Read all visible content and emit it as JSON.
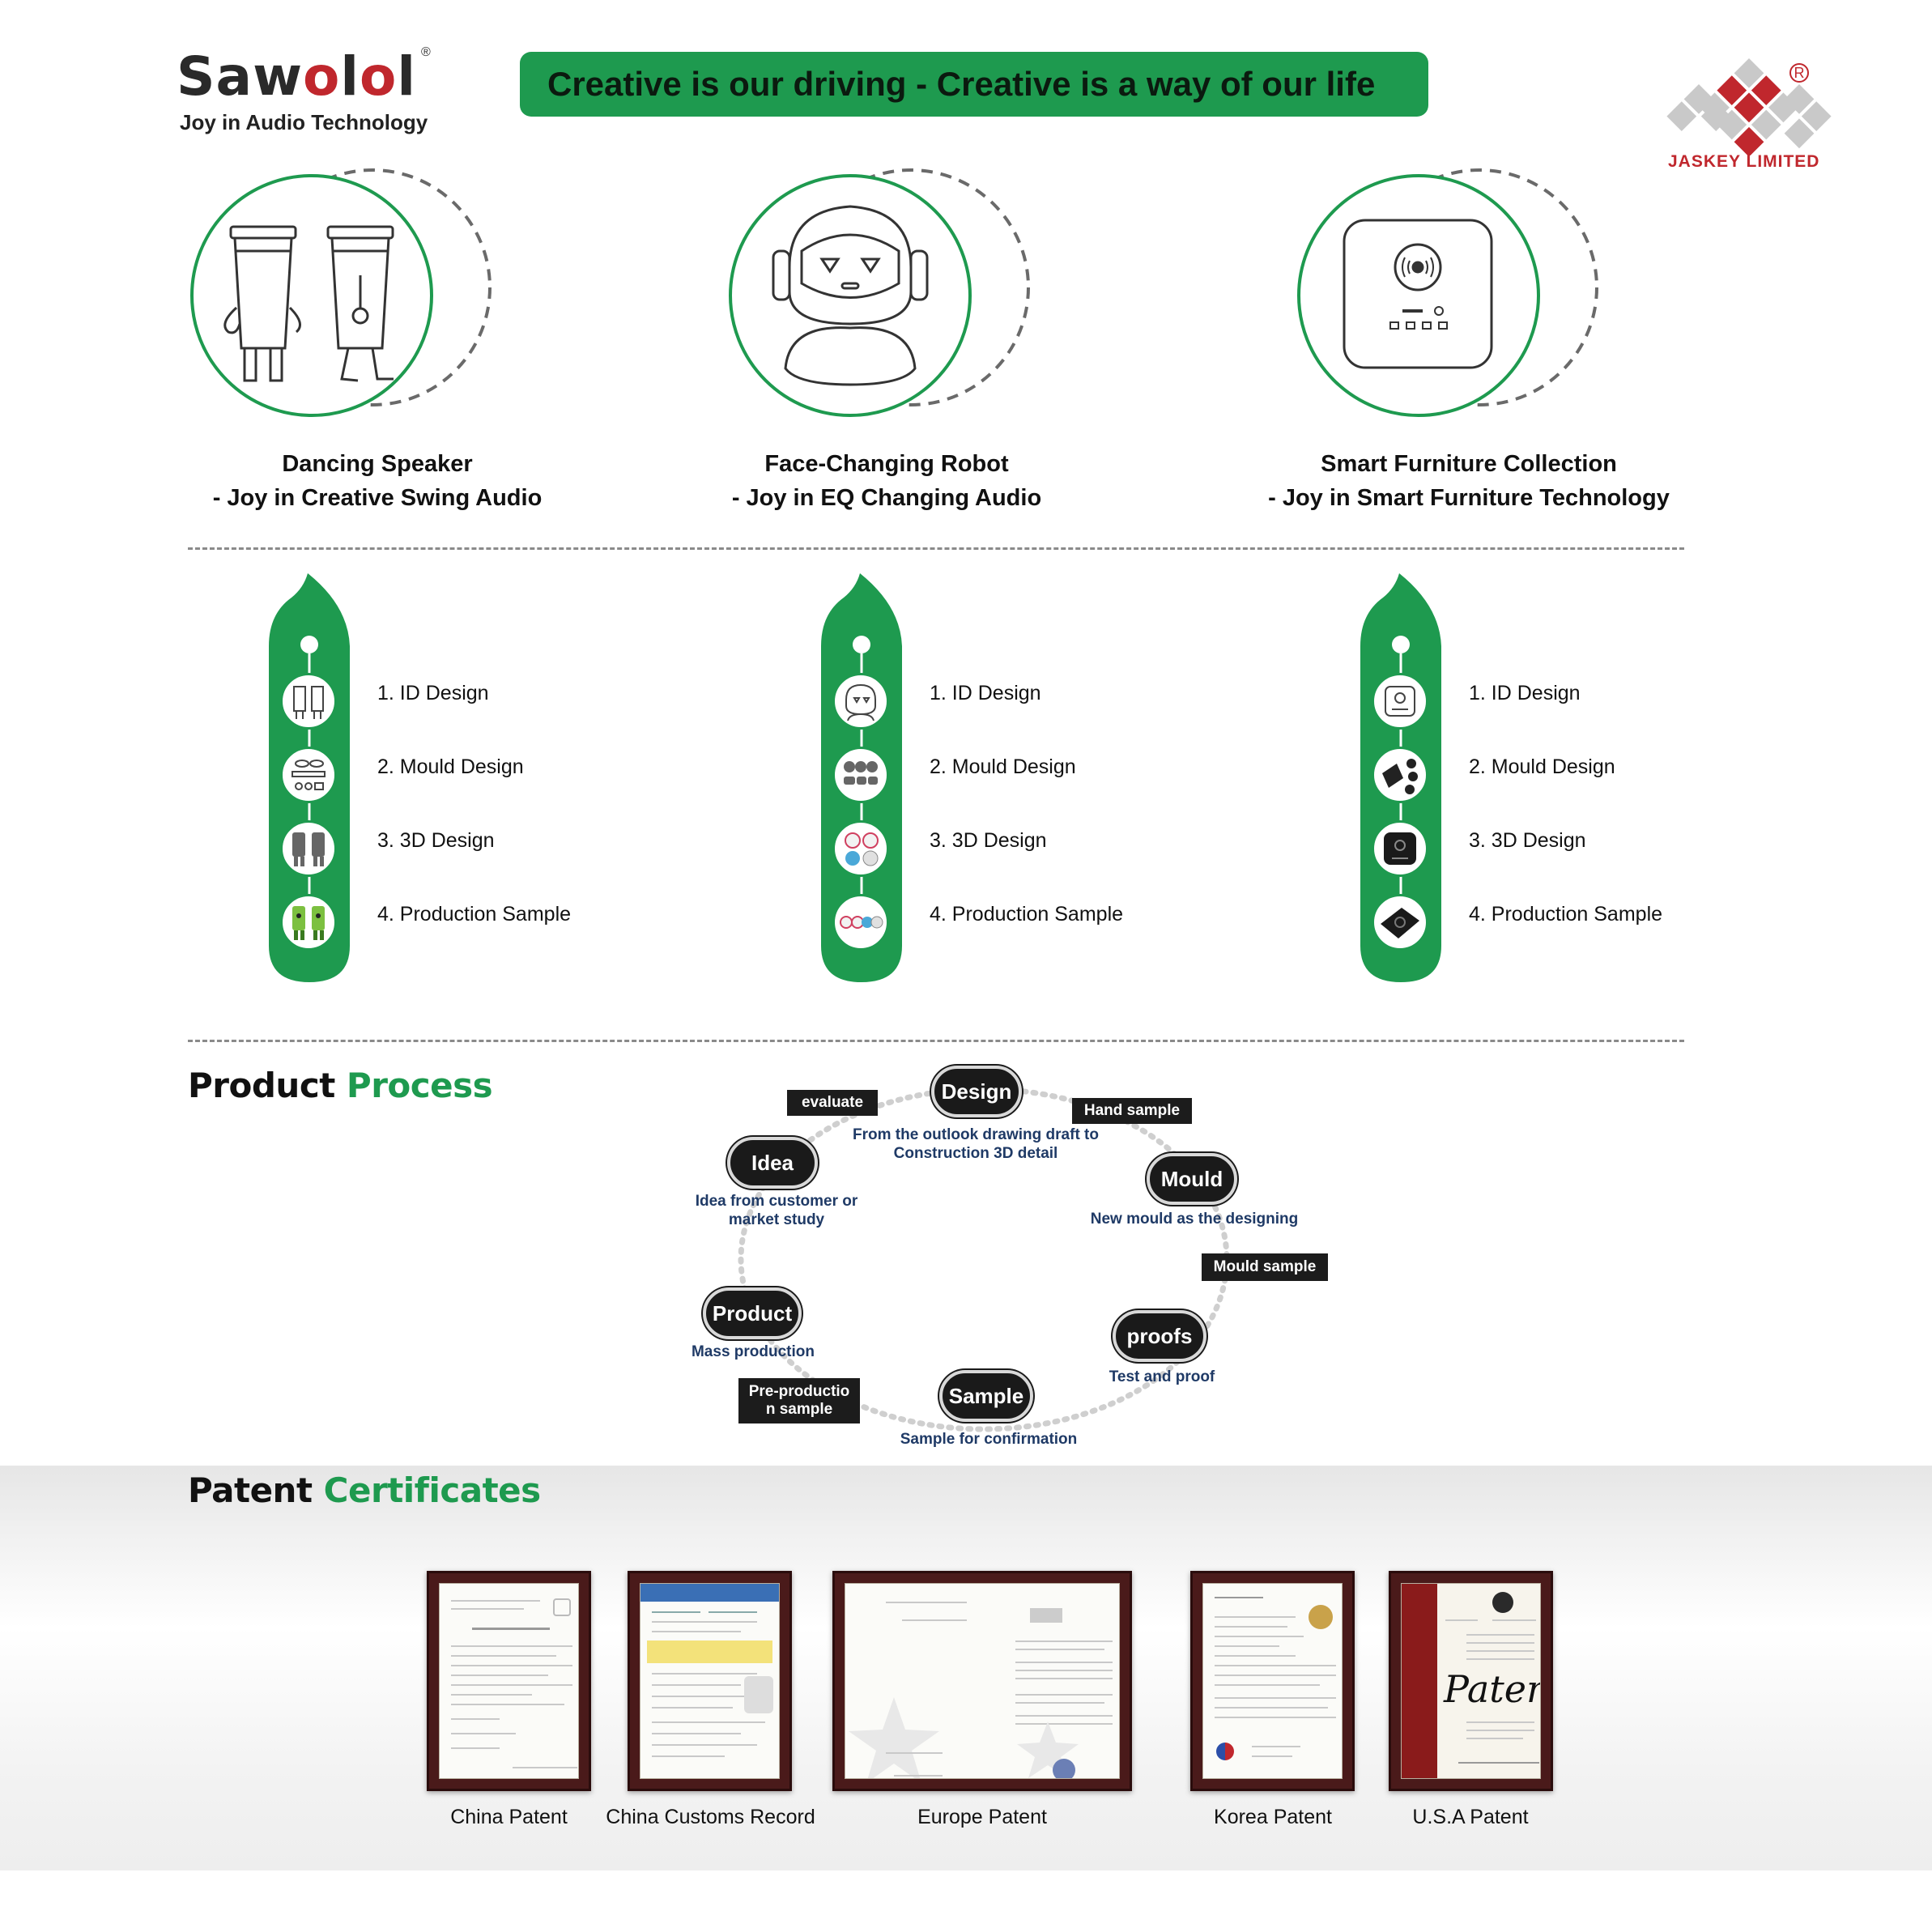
{
  "header": {
    "logo_prefix": "Saw",
    "logo_accent": "o",
    "logo_mid": "l",
    "logo_accent2": "o",
    "logo_suffix": "l",
    "logo_reg": "®",
    "tagline": "Joy in Audio Technology",
    "banner": "Creative is our driving - Creative is a way of our life",
    "partner_name": "JASKEY LIMITED",
    "partner_reg": "R"
  },
  "products": [
    {
      "title": "Dancing Speaker",
      "subtitle": "- Joy in Creative Swing Audio"
    },
    {
      "title": "Face-Changing Robot",
      "subtitle": "- Joy in EQ Changing Audio"
    },
    {
      "title": "Smart Furniture Collection",
      "subtitle": "- Joy in Smart Furniture Technology"
    }
  ],
  "steps": [
    "1. ID Design",
    "2. Mould Design",
    "3. 3D Design",
    "4. Production Sample"
  ],
  "process": {
    "title_dark": "Product",
    "title_green": "Process",
    "stages": [
      {
        "name": "Design",
        "desc": "From the outlook drawing draft to Construction 3D detail"
      },
      {
        "name": "Mould",
        "desc": "New mould as the designing"
      },
      {
        "name": "proofs",
        "desc": "Test and proof"
      },
      {
        "name": "Sample",
        "desc": "Sample for confirmation"
      },
      {
        "name": "Product",
        "desc": "Mass  production"
      },
      {
        "name": "Idea",
        "desc": "Idea from customer or market study"
      }
    ],
    "tags": {
      "evaluate": "evaluate",
      "hand_sample": "Hand sample",
      "mould_sample": "Mould  sample",
      "pre_production": "Pre-productio n sample"
    }
  },
  "patents": {
    "title_dark": "Patent",
    "title_green": "Certificates",
    "items": [
      "China  Patent",
      "China Customs Record",
      "Europe Patent",
      "Korea Patent",
      "U.S.A Patent"
    ],
    "usa_script": "Patent"
  },
  "colors": {
    "brand_green": "#1e9a4f",
    "brand_red": "#c0272d",
    "process_text": "#1f3a66"
  }
}
